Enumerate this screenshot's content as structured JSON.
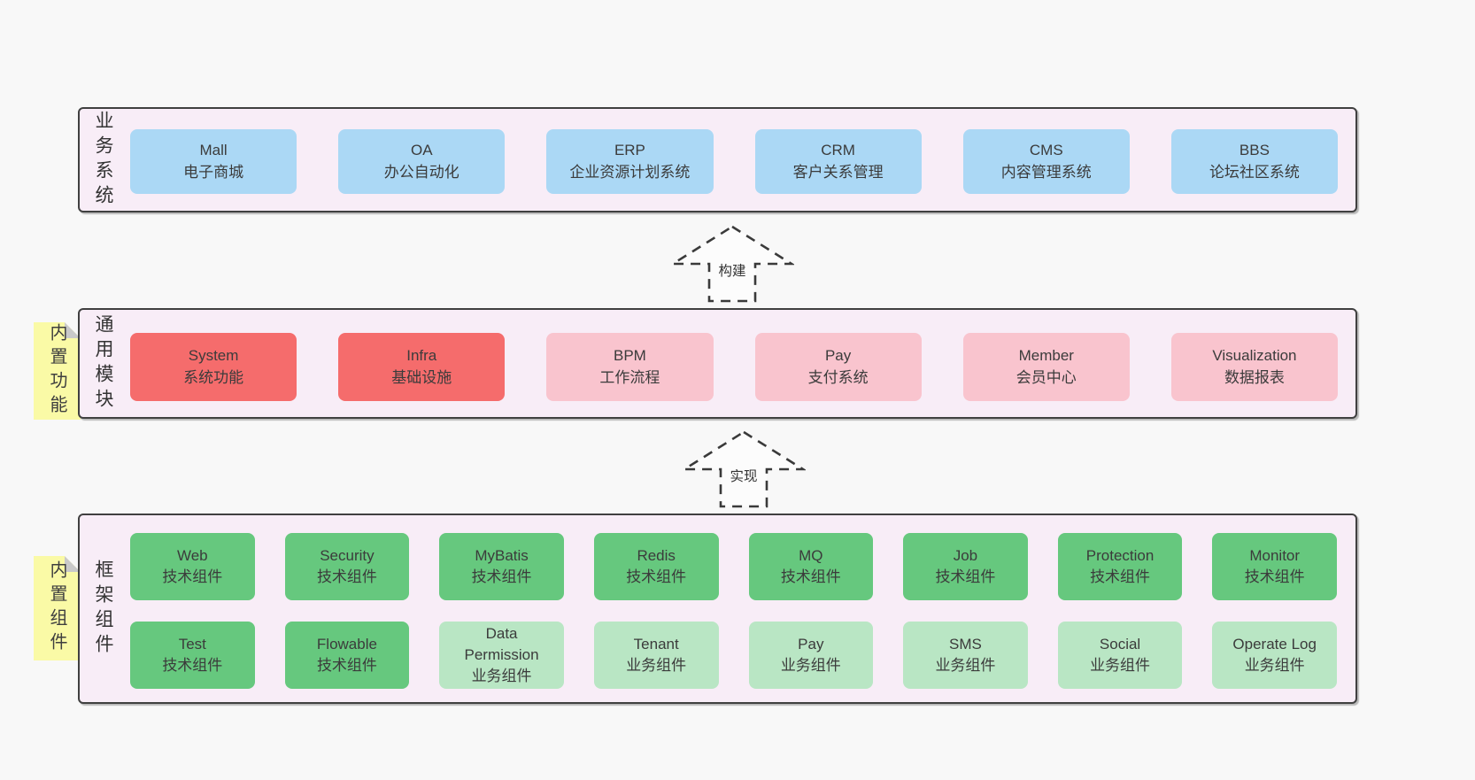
{
  "page": {
    "background": "#f8f8f8"
  },
  "colors": {
    "container_bg": "#f8edf7",
    "container_border": "#404040",
    "blue": "#abd8f5",
    "red": "#f56c6c",
    "pink": "#f9c4ce",
    "green": "#66c87e",
    "light_green": "#b9e6c4",
    "sticky_yellow": "#fafaa6",
    "sticky_fold": "#c9c9c9",
    "text": "#3b3b3b"
  },
  "layers": [
    {
      "label": "业务系统",
      "boxes": [
        {
          "title": "Mall",
          "subtitle": "电子商城",
          "type": "blue"
        },
        {
          "title": "OA",
          "subtitle": "办公自动化",
          "type": "blue"
        },
        {
          "title": "ERP",
          "subtitle": "企业资源计划系统",
          "type": "blue"
        },
        {
          "title": "CRM",
          "subtitle": "客户关系管理",
          "type": "blue"
        },
        {
          "title": "CMS",
          "subtitle": "内容管理系统",
          "type": "blue"
        },
        {
          "title": "BBS",
          "subtitle": "论坛社区系统",
          "type": "blue"
        }
      ]
    },
    {
      "label": "通用模块",
      "sticky": "内置功能",
      "boxes": [
        {
          "title": "System",
          "subtitle": "系统功能",
          "type": "red"
        },
        {
          "title": "Infra",
          "subtitle": "基础设施",
          "type": "red"
        },
        {
          "title": "BPM",
          "subtitle": "工作流程",
          "type": "pink"
        },
        {
          "title": "Pay",
          "subtitle": "支付系统",
          "type": "pink"
        },
        {
          "title": "Member",
          "subtitle": "会员中心",
          "type": "pink"
        },
        {
          "title": "Visualization",
          "subtitle": "数据报表",
          "type": "pink"
        }
      ]
    },
    {
      "label": "框架组件",
      "sticky": "内置组件",
      "row1": [
        {
          "title": "Web",
          "subtitle": "技术组件",
          "type": "green"
        },
        {
          "title": "Security",
          "subtitle": "技术组件",
          "type": "green"
        },
        {
          "title": "MyBatis",
          "subtitle": "技术组件",
          "type": "green"
        },
        {
          "title": "Redis",
          "subtitle": "技术组件",
          "type": "green"
        },
        {
          "title": "MQ",
          "subtitle": "技术组件",
          "type": "green"
        },
        {
          "title": "Job",
          "subtitle": "技术组件",
          "type": "green"
        },
        {
          "title": "Protection",
          "subtitle": "技术组件",
          "type": "green"
        },
        {
          "title": "Monitor",
          "subtitle": "技术组件",
          "type": "green"
        }
      ],
      "row2": [
        {
          "title": "Test",
          "subtitle": "技术组件",
          "type": "green"
        },
        {
          "title": "Flowable",
          "subtitle": "技术组件",
          "type": "green"
        },
        {
          "title": "Data Permission",
          "subtitle": "业务组件",
          "type": "light-green"
        },
        {
          "title": "Tenant",
          "subtitle": "业务组件",
          "type": "light-green"
        },
        {
          "title": "Pay",
          "subtitle": "业务组件",
          "type": "light-green"
        },
        {
          "title": "SMS",
          "subtitle": "业务组件",
          "type": "light-green"
        },
        {
          "title": "Social",
          "subtitle": "业务组件",
          "type": "light-green"
        },
        {
          "title": "Operate Log",
          "subtitle": "业务组件",
          "type": "light-green"
        }
      ]
    }
  ],
  "arrows": [
    {
      "label": "构建"
    },
    {
      "label": "实现"
    }
  ]
}
